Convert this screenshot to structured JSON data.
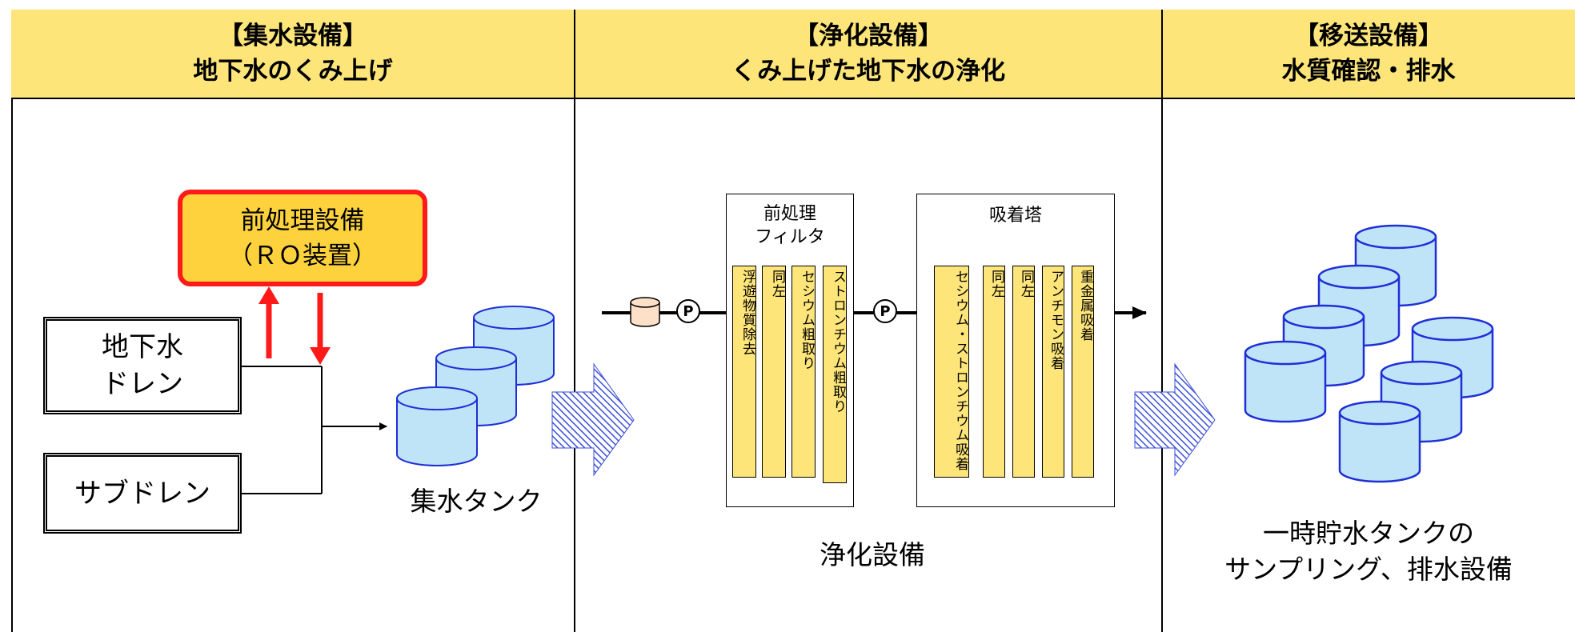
{
  "columns": [
    {
      "bracket": "【集水設備】",
      "subtitle": "地下水のくみ上げ"
    },
    {
      "bracket": "【浄化設備】",
      "subtitle": "くみ上げた地下水の浄化"
    },
    {
      "bracket": "【移送設備】",
      "subtitle": "水質確認・排水"
    }
  ],
  "collection": {
    "pretreatment_line1": "前処理設備",
    "pretreatment_line2": "（ＲＯ装置）",
    "groundwater_drain_line1": "地下水",
    "groundwater_drain_line2": "ドレン",
    "subdrain": "サブドレン",
    "tank_label": "集水タンク"
  },
  "purification": {
    "prefilter_title_line1": "前処理",
    "prefilter_title_line2": "フィルタ",
    "adsorption_title": "吸着塔",
    "pump_label": "P",
    "prefilter_units": [
      "浮遊物質除去",
      "同左",
      "セシウム粗取り",
      "ストロンチウム粗取り"
    ],
    "adsorption_units": [
      "セシウム・ストロンチウム吸着",
      "同左",
      "同左",
      "アンチモン吸着",
      "重金属吸着"
    ],
    "caption": "浄化設備"
  },
  "transfer": {
    "caption_line1": "一時貯水タンクの",
    "caption_line2": "サンプリング、排水設備"
  },
  "colors": {
    "header_bg": "#fde57a",
    "unit_bg": "#fde57a",
    "pretreatment_bg": "#fdd23c",
    "red_accent": "#ff1a1a",
    "tank_fill": "#bfe4f8",
    "tank_stroke": "#1f2fd6",
    "hatch_arrow": "#3b4fd8"
  }
}
